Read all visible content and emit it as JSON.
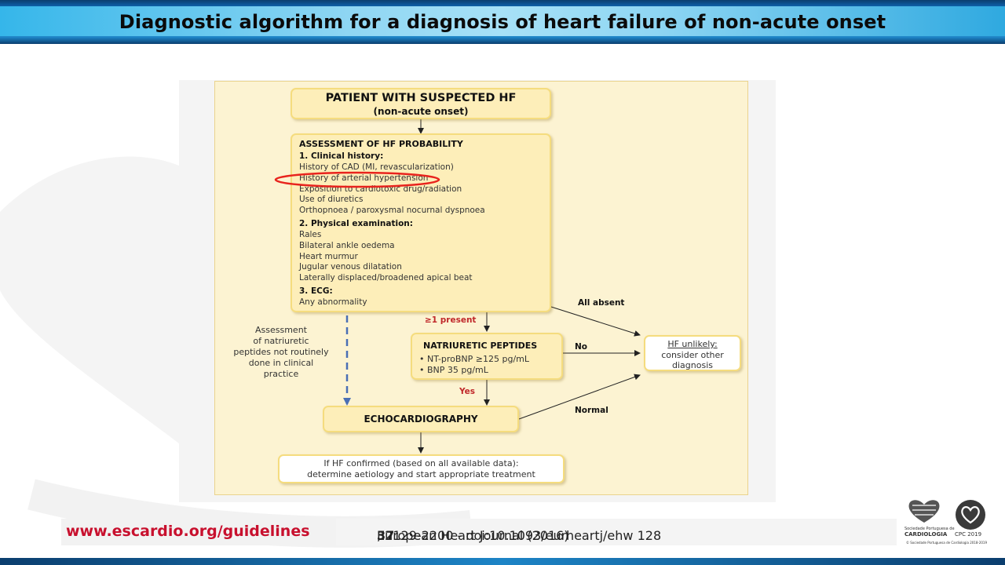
{
  "slide": {
    "title": "Diagnostic algorithm for a diagnosis of heart failure of non-acute onset"
  },
  "diagram": {
    "start": {
      "title": "PATIENT WITH SUSPECTED HF",
      "subtitle": "(non-acute onset)"
    },
    "assessment": {
      "heading": "ASSESSMENT OF HF PROBABILITY",
      "clinical_history": {
        "heading": "1. Clinical history:",
        "items": [
          "History of CAD (MI, revascularization)",
          "History of arterial hypertension",
          "Exposition to cardiotoxic drug/radiation",
          "Use of diuretics",
          "Orthopnoea / paroxysmal nocurnal dyspnoea"
        ]
      },
      "physical_exam": {
        "heading": "2. Physical examination:",
        "items": [
          "Rales",
          "Bilateral ankle oedema",
          "Heart murmur",
          "Jugular venous dilatation",
          "Laterally displaced/broadened apical beat"
        ]
      },
      "ecg": {
        "heading": "3. ECG:",
        "items": [
          "Any abnormality"
        ]
      }
    },
    "labels": {
      "all_absent": "All absent",
      "present": "≥1 present",
      "no": "No",
      "yes": "Yes",
      "normal": "Normal"
    },
    "natriuretic_note": [
      "Assessment",
      "of natriuretic",
      "peptides not routinely",
      "done in clinical",
      "practice"
    ],
    "peptides": {
      "heading": "NATRIURETIC PEPTIDES",
      "items": [
        "• NT-proBNP ≥125 pg/mL",
        "• BNP 35 pg/mL"
      ]
    },
    "hf_unlikely": {
      "line1": "HF unlikely:",
      "line2": "consider other",
      "line3": "diagnosis"
    },
    "echo": {
      "label": "ECHOCARDIOGRAPHY"
    },
    "confirmed": {
      "line1": "If HF confirmed (based on all available data):",
      "line2": "determine aetiology and start appropriate treatment"
    },
    "colors": {
      "box_fill": "#fdeeb9",
      "box_border": "#f5dc7e",
      "panel_fill": "#fcf3d2",
      "highlight_ellipse": "#e8231d",
      "dashed_arrow": "#4a6fb5",
      "present_label": "#c0282a"
    }
  },
  "footer": {
    "url": "www.escardio.org/guidelines",
    "ref_prefix": "European Heart Journal (2016) ",
    "ref_volume": "37",
    "ref_suffix": ", 2129-2200 - doi:10.1093/eurheartj/ehw 128"
  },
  "logos": {
    "spc_line1": "Sociedade Portuguesa de",
    "spc_line2": "CARDIOLOGIA",
    "cpc_label": "CPC 2019",
    "copyright": "© Sociedade Portuguesa de Cardiologia 2018-2019",
    "icons": [
      "spc-heart-logo-icon",
      "cpc-heart-logo-icon"
    ]
  }
}
